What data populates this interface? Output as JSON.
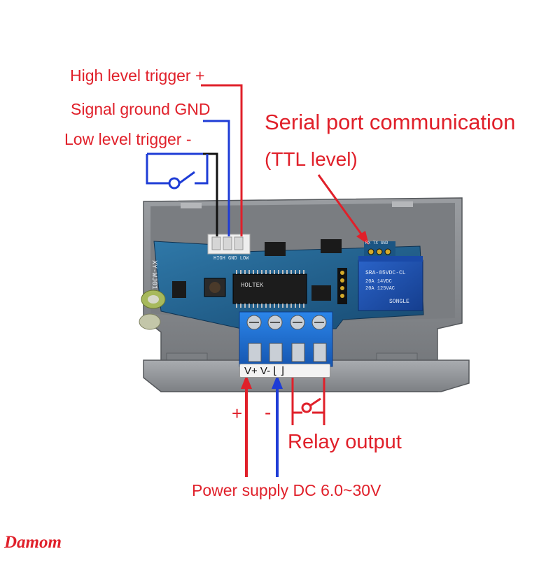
{
  "labels": {
    "high_level_trigger": "High level trigger +",
    "signal_ground": "Signal ground GND",
    "low_level_trigger": "Low level trigger -",
    "serial_port": "Serial port communication",
    "ttl_level": "(TTL level)",
    "relay_output": "Relay output",
    "power_supply": "Power supply DC 6.0~30V",
    "plus_sign": "+",
    "minus_sign": "-"
  },
  "board": {
    "model": "XY-WJ01",
    "terminal_marking": "V+ V- ⌊ ⌋",
    "relay_model": "SRA-05VDC-CL",
    "relay_rating_1": "20A 14VDC",
    "relay_rating_2": "20A 125VAC",
    "relay_brand": "SONGLE",
    "chip_brand": "HOLTEK",
    "header_pins": "HIGH GND LOW",
    "serial_pins": "RX TX GND"
  },
  "watermark": "Damom",
  "colors": {
    "annotation_red": "#e0202a",
    "wire_blue": "#1e3cd6",
    "wire_black": "#111111",
    "pcb_blue": "#1e5d8c",
    "enclosure_gray": "#8c8f93",
    "relay_blue": "#1d4fb0",
    "terminal_blue": "#1f6fd6"
  }
}
